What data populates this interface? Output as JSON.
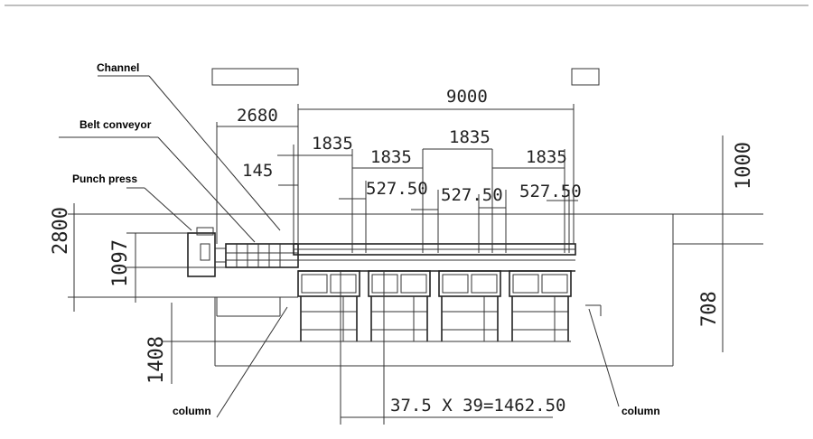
{
  "labels": {
    "channel": "Channel",
    "belt_conveyor": "Belt conveyor",
    "punch_press": "Punch press",
    "column_left": "column",
    "column_right": "column"
  },
  "dimensions": {
    "d2680": "2680",
    "d9000": "9000",
    "d1835_a": "1835",
    "d1835_b": "1835",
    "d1835_c": "1835",
    "d1835_d": "1835",
    "d145": "145",
    "d527_a": "527.50",
    "d527_b": "527.50",
    "d527_c": "527.50",
    "d1000": "1000",
    "d2800": "2800",
    "d1097": "1097",
    "d708": "708",
    "d1408": "1408",
    "d_pitch": "37.5 X 39=1462.50"
  }
}
